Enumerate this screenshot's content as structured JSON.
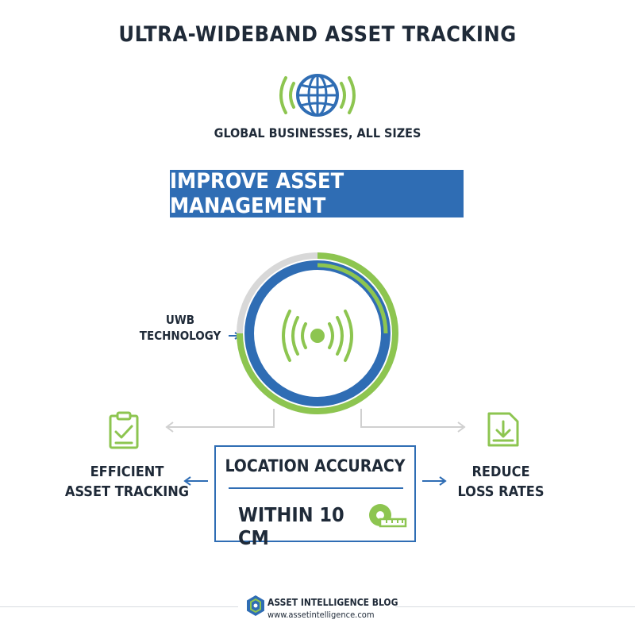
{
  "title": "ULTRA-WIDEBAND ASSET TRACKING",
  "subtitle": "GLOBAL BUSINESSES, ALL SIZES",
  "banner": "IMPROVE ASSET MANAGEMENT",
  "uwb": {
    "line1": "UWB",
    "line2": "TECHNOLOGY"
  },
  "left": {
    "line1": "EFFICIENT",
    "line2": "ASSET TRACKING",
    "icon": "clipboard-check-icon"
  },
  "right": {
    "line1": "REDUCE",
    "line2": "LOSS RATES",
    "icon": "download-tray-icon"
  },
  "accuracy": {
    "label": "LOCATION ACCURACY",
    "value": "WITHIN 10 CM",
    "icon": "tape-measure-icon"
  },
  "footer": {
    "name": "ASSET INTELLIGENCE BLOG",
    "url": "www.assetintelligence.com",
    "icon": "hexagon-logo-icon"
  },
  "colors": {
    "blue": "#2f6db4",
    "green": "#8dc550",
    "gray": "#d8d8d8",
    "text": "#1f2a38"
  }
}
